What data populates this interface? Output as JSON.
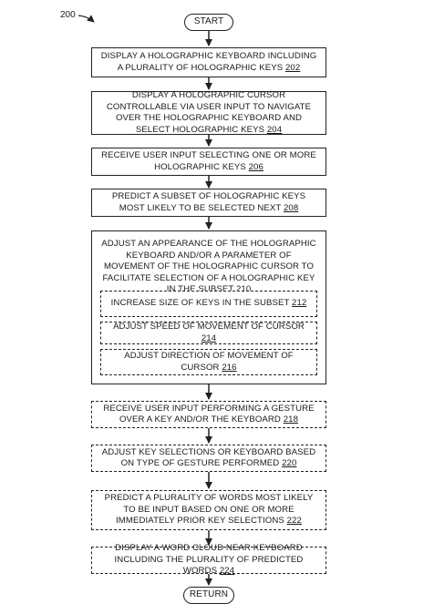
{
  "figure": {
    "ref": "200",
    "start": "START",
    "return": "RETURN"
  },
  "steps": [
    {
      "text": "DISPLAY A HOLOGRAPHIC KEYBOARD INCLUDING A PLURALITY OF HOLOGRAPHIC KEYS",
      "ref": "202"
    },
    {
      "text": "DISPLAY A HOLOGRAPHIC CURSOR CONTROLLABLE VIA USER INPUT TO NAVIGATE OVER THE HOLOGRAPHIC KEYBOARD AND SELECT HOLOGRAPHIC KEYS",
      "ref": "204"
    },
    {
      "text": "RECEIVE USER INPUT SELECTING ONE OR MORE HOLOGRAPHIC KEYS",
      "ref": "206"
    },
    {
      "text": "PREDICT A SUBSET OF HOLOGRAPHIC KEYS MOST LIKELY TO BE SELECTED NEXT",
      "ref": "208"
    },
    {
      "text": "ADJUST AN APPEARANCE OF THE HOLOGRAPHIC KEYBOARD AND/OR A PARAMETER OF MOVEMENT OF THE HOLOGRAPHIC CURSOR TO FACILITATE SELECTION OF A HOLOGRAPHIC KEY IN THE SUBSET",
      "ref": "210"
    },
    {
      "text": "INCREASE SIZE OF KEYS IN THE SUBSET",
      "ref": "212"
    },
    {
      "text": "ADJUST SPEED OF MOVEMENT OF CURSOR",
      "ref": "214"
    },
    {
      "text": "ADJUST DIRECTION OF MOVEMENT OF CURSOR",
      "ref": "216"
    },
    {
      "text": "RECEIVE USER INPUT PERFORMING A GESTURE OVER A KEY AND/OR THE KEYBOARD",
      "ref": "218"
    },
    {
      "text": "ADJUST KEY SELECTIONS OR KEYBOARD BASED ON TYPE OF GESTURE PERFORMED",
      "ref": "220"
    },
    {
      "text": "PREDICT A PLURALITY OF WORDS MOST LIKELY TO BE INPUT BASED ON ONE OR MORE IMMEDIATELY PRIOR KEY SELECTIONS",
      "ref": "222"
    },
    {
      "text": "DISPLAY A WORD CLOUD NEAR KEYBOARD INCLUDING THE PLURALITY OF PREDICTED WORDS",
      "ref": "224"
    }
  ]
}
